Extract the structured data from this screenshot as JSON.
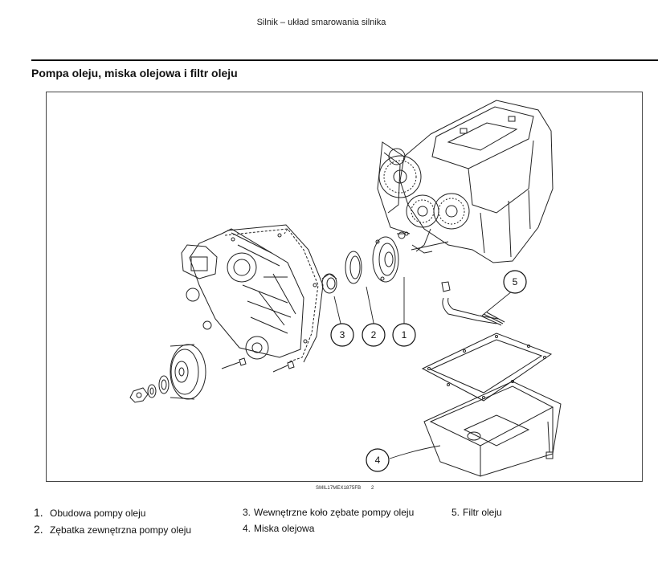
{
  "header": {
    "running_title": "Silnik – układ smarowania silnika"
  },
  "section": {
    "title": "Pompa oleju, miska olejowa i filtr oleju"
  },
  "figure": {
    "code": "SMIL17MEX1875FB",
    "number": "2",
    "callouts": [
      "1",
      "2",
      "3",
      "4",
      "5"
    ]
  },
  "legend": {
    "col1": [
      {
        "num": "1.",
        "text": "Obudowa pompy oleju"
      },
      {
        "num": "2.",
        "text": "Zębatka zewnętrzna pompy oleju"
      }
    ],
    "col2": [
      {
        "num": "3.",
        "text": "Wewnętrzne koło zębate pompy oleju"
      },
      {
        "num": "4.",
        "text": "Miska olejowa"
      }
    ],
    "col3": [
      {
        "num": "5.",
        "text": "Filtr oleju"
      }
    ]
  }
}
